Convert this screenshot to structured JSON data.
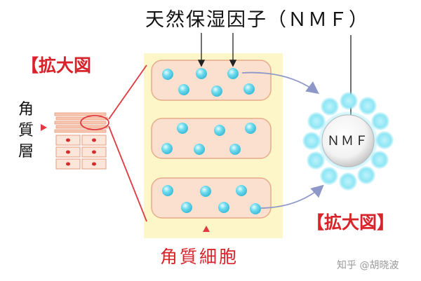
{
  "title": "天然保湿因子（ＮＭＦ）",
  "labels": {
    "enlarged_left": "【拡大図",
    "enlarged_right": "【拡大図】",
    "stratum_corneum": "角質層",
    "corneocyte": "角質細胞",
    "nmf_core": "ＮＭＦ"
  },
  "watermark": "知乎 @胡晓波",
  "colors": {
    "panel_background": "#fdf6c8",
    "cell_fill": "#fbe0cf",
    "cell_border": "#e7ab88",
    "nmf_particle": "#7fe1f1",
    "zoom_lines": "#e0393f",
    "arrows": "#8e98c8",
    "label_red": "#d9232a"
  }
}
